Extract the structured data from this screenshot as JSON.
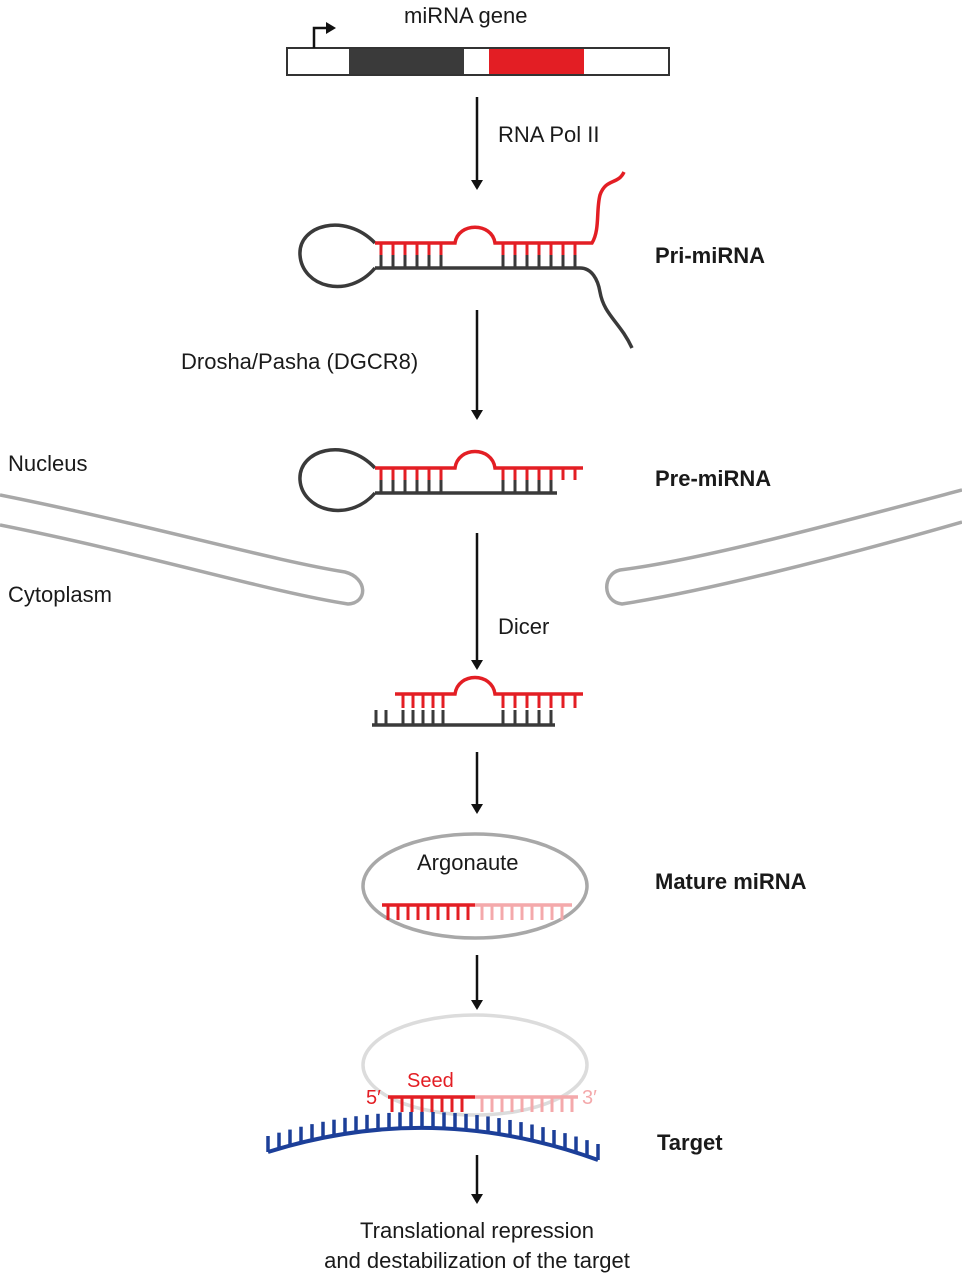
{
  "gene_label": "miRNA gene",
  "steps": {
    "transcription": "RNA Pol II",
    "processing": "Drosha/Pasha (DGCR8)",
    "cleavage": "Dicer"
  },
  "stages": {
    "pri": "Pri-miRNA",
    "pre": "Pre-miRNA",
    "mature": "Mature miRNA",
    "target": "Target"
  },
  "compartments": {
    "nucleus": "Nucleus",
    "cytoplasm": "Cytoplasm"
  },
  "protein_label": "Argonaute",
  "seed_label": "Seed",
  "end_5": "5′",
  "end_3": "3′",
  "outcome": {
    "line1": "Translational repression",
    "line2": "and destabilization of the target"
  },
  "colors": {
    "strand_red": "#e31e24",
    "strand_dark": "#3a3a3a",
    "strand_pink": "#f4a9ab",
    "target_blue": "#1c3f99",
    "membrane_gray": "#a8a8a8"
  }
}
